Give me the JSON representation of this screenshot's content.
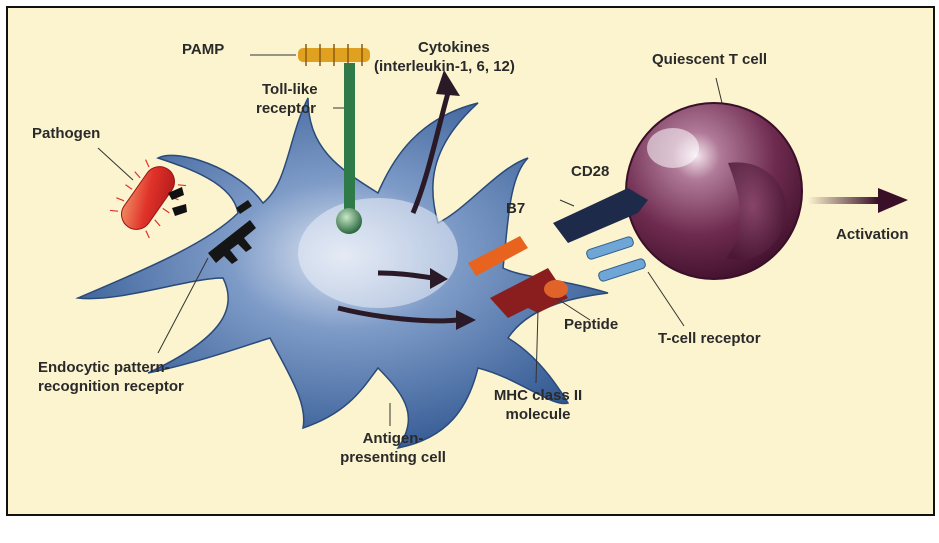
{
  "labels": {
    "pamp": "PAMP",
    "cytokines_line1": "Cytokines",
    "cytokines_line2": "(interleukin-1, 6, 12)",
    "toll_line1": "Toll-like",
    "toll_line2": "receptor",
    "quiescent": "Quiescent T cell",
    "pathogen": "Pathogen",
    "cd28": "CD28",
    "b7": "B7",
    "activation": "Activation",
    "peptide": "Peptide",
    "tcell_receptor": "T-cell receptor",
    "endocytic_line1": "Endocytic pattern-",
    "endocytic_line2": "recognition receptor",
    "mhc_line1": "MHC class II",
    "mhc_line2": "molecule",
    "apc_line1": "Antigen-",
    "apc_line2": "presenting cell"
  },
  "colors": {
    "background": "#fbf4cf",
    "apc": "#3f6aa3",
    "t_cell": "#6a2a4c",
    "pathogen": "#e0322a",
    "pamp": "#e0a020",
    "toll_receptor": "#2e7a48",
    "b7": "#e8641e",
    "mhc": "#8a1e1e",
    "tcr": "#6fa6d6",
    "arrow": "#2a1a28"
  }
}
